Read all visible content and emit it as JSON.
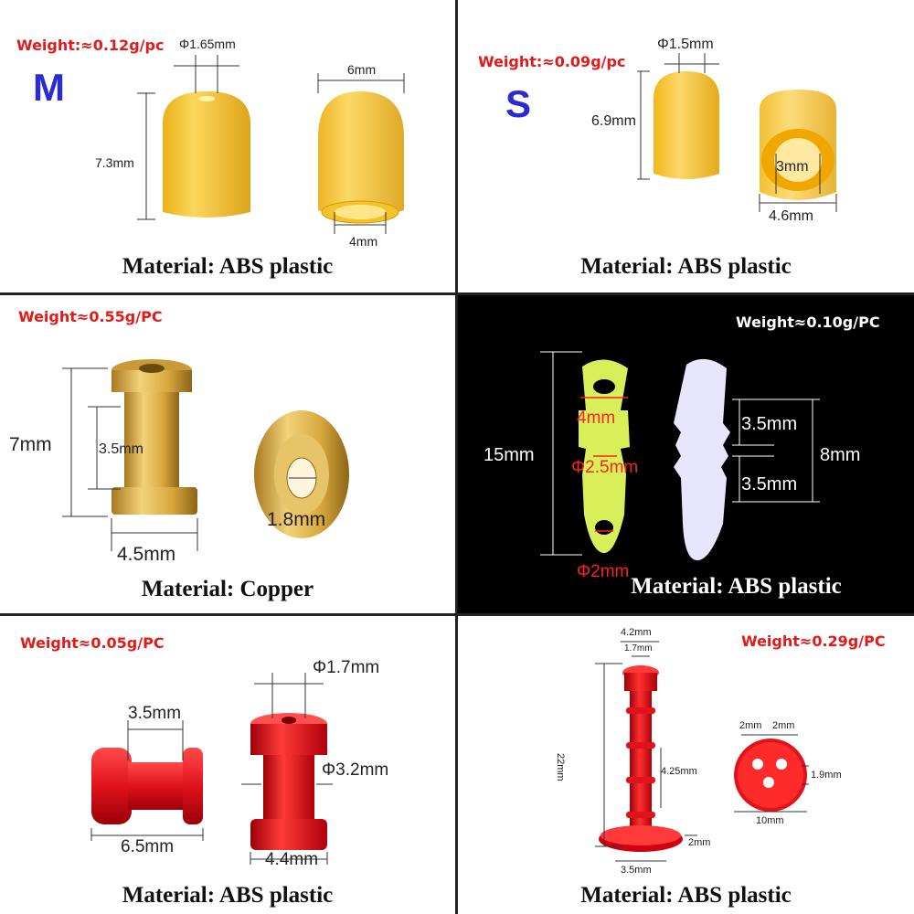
{
  "panels": [
    {
      "weight": "Weight:≈0.12g/pc",
      "size": "M",
      "dims": {
        "hole": "Φ1.65mm",
        "height": "7.3mm",
        "top_width": "6mm",
        "inner": "4mm"
      },
      "material": "Material: ABS plastic"
    },
    {
      "weight": "Weight:≈0.09g/pc",
      "size": "S",
      "dims": {
        "hole": "Φ1.5mm",
        "height": "6.9mm",
        "inner": "3mm",
        "outer": "4.6mm"
      },
      "material": "Material: ABS plastic"
    },
    {
      "weight": "Weight≈0.55g/PC",
      "dims": {
        "height": "7mm",
        "shaft": "3.5mm",
        "hole": "1.8mm",
        "width": "4.5mm"
      },
      "material": "Material: Copper"
    },
    {
      "weight": "Weight≈0.10g/PC",
      "dims": {
        "length": "15mm",
        "top_hole": "4mm",
        "mid": "Φ2.5mm",
        "bottom_hole": "Φ2mm",
        "seg1": "3.5mm",
        "seg2": "3.5mm",
        "span": "8mm"
      },
      "material": "Material: ABS plastic"
    },
    {
      "weight": "Weight≈0.05g/PC",
      "dims": {
        "shaft": "3.5mm",
        "length": "6.5mm",
        "hole": "Φ1.7mm",
        "outer": "Φ3.2mm",
        "width": "4.4mm"
      },
      "material": "Material: ABS plastic"
    },
    {
      "weight": "Weight≈0.29g/PC",
      "dims": {
        "top": "4.2mm",
        "top_inner": "1.7mm",
        "length": "22mm",
        "seg": "4.25mm",
        "base": "2mm",
        "base_w": "3.5mm",
        "h1": "2mm",
        "h2": "2mm",
        "disk_h": "1.9mm",
        "disk_w": "10mm"
      },
      "material": "Material: ABS plastic"
    }
  ],
  "colors": {
    "amber": "#f2b300",
    "amber_light": "#fbd24a",
    "brass": "#d9b04a",
    "yellow_green": "#d8ef5a",
    "lavender": "#e6e6ff",
    "red": "#e0121b",
    "dim_red": "#e61919"
  }
}
